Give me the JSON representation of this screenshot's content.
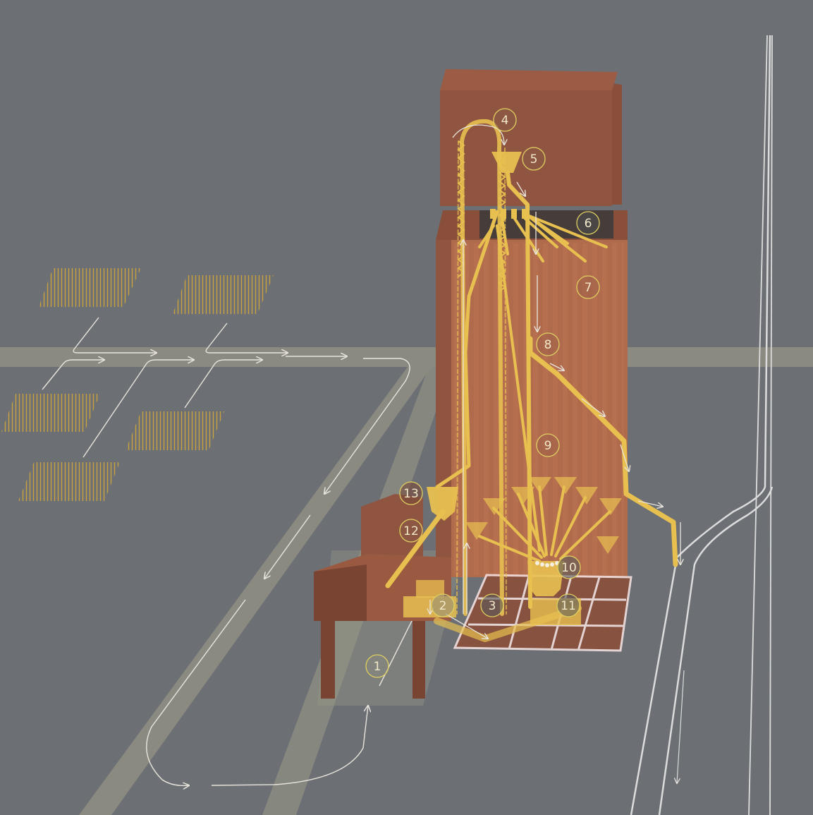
{
  "colors": {
    "background": "#6c7075",
    "road": "#8a8a80",
    "building": "#b06a4c",
    "building_dark": "#8a4f3a",
    "grain": "#e8c050",
    "crop": "#c9a23c",
    "arrow": "#e8e4dc",
    "white_road": "#dcdcdc",
    "marker_ring": "#e0d060"
  },
  "markers": [
    {
      "label": "1"
    },
    {
      "label": "2"
    },
    {
      "label": "3"
    },
    {
      "label": "4"
    },
    {
      "label": "5"
    },
    {
      "label": "6"
    },
    {
      "label": "7"
    },
    {
      "label": "8"
    },
    {
      "label": "9"
    },
    {
      "label": "10"
    },
    {
      "label": "11"
    },
    {
      "label": "12"
    },
    {
      "label": "13"
    }
  ]
}
